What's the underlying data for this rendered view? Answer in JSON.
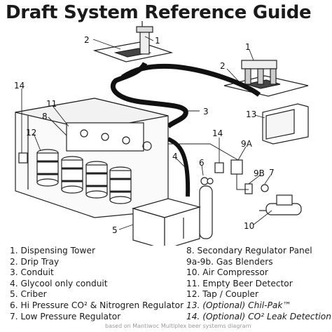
{
  "title": "Draft System Reference Guide",
  "callouts": [
    "1",
    "2",
    "1",
    "2",
    "3",
    "13",
    "14",
    "11",
    "8",
    "12",
    "14",
    "9A",
    "4",
    "6",
    "9B",
    "7",
    "10",
    "5"
  ],
  "legend_left": [
    "1. Dispensing Tower",
    "2. Drip Tray",
    "3. Conduit",
    "4. Glycool only conduit",
    "5. Criber",
    "6. Hi Pressure CO² & Nitrogren Regulator",
    "7. Low Pressure Regulator"
  ],
  "legend_right": [
    "8. Secondary Regulator Panel",
    "9a-9b. Gas Blenders",
    "10. Air Compressor",
    "11. Empty Beer Detector",
    "12. Tap / Coupler",
    "13. (Optional) Chil-Pak™",
    "14. (Optional) CO² Leak Detection"
  ],
  "credit": "based on Mantiwoc Multiplex beer systems diagram"
}
